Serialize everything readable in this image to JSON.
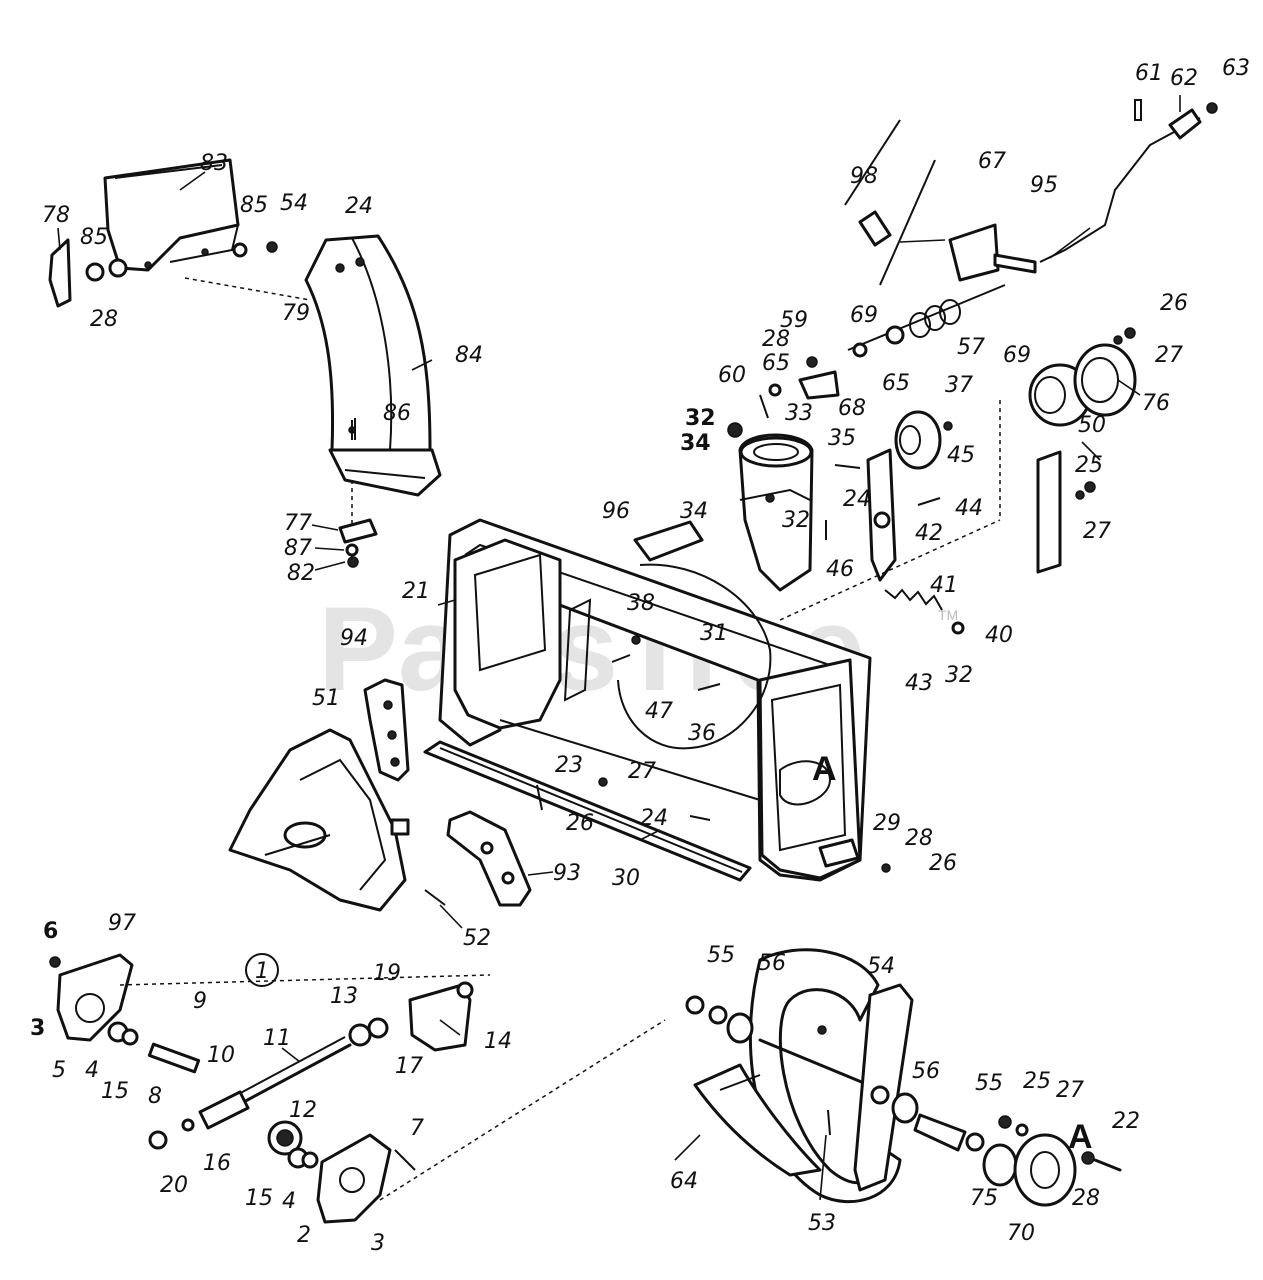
{
  "watermark": {
    "text": "PartsTree",
    "trademark": "TM"
  },
  "callouts": {
    "c1": "1",
    "letter_a_housing": "A",
    "letter_a_auger": "A"
  },
  "part_labels": [
    "83",
    "78",
    "85",
    "85",
    "54",
    "24",
    "79",
    "28",
    "84",
    "86",
    "77",
    "87",
    "82",
    "98",
    "67",
    "95",
    "61",
    "62",
    "63",
    "26",
    "27",
    "76",
    "69",
    "57",
    "59",
    "28",
    "69",
    "65",
    "65",
    "60",
    "68",
    "37",
    "45",
    "50",
    "25",
    "27",
    "32",
    "34",
    "33",
    "35",
    "24",
    "44",
    "42",
    "34",
    "32",
    "96",
    "46",
    "21",
    "38",
    "31",
    "41",
    "40",
    "32",
    "43",
    "94",
    "47",
    "36",
    "51",
    "23",
    "27",
    "26",
    "24",
    "29",
    "28",
    "26",
    "93",
    "30",
    "52",
    "6",
    "97",
    "3",
    "5",
    "4",
    "15",
    "9",
    "8",
    "10",
    "11",
    "13",
    "19",
    "17",
    "14",
    "16",
    "12",
    "20",
    "15",
    "4",
    "7",
    "2",
    "3",
    "55",
    "56",
    "54",
    "56",
    "55",
    "25",
    "27",
    "22",
    "28",
    "70",
    "75",
    "64",
    "53"
  ]
}
